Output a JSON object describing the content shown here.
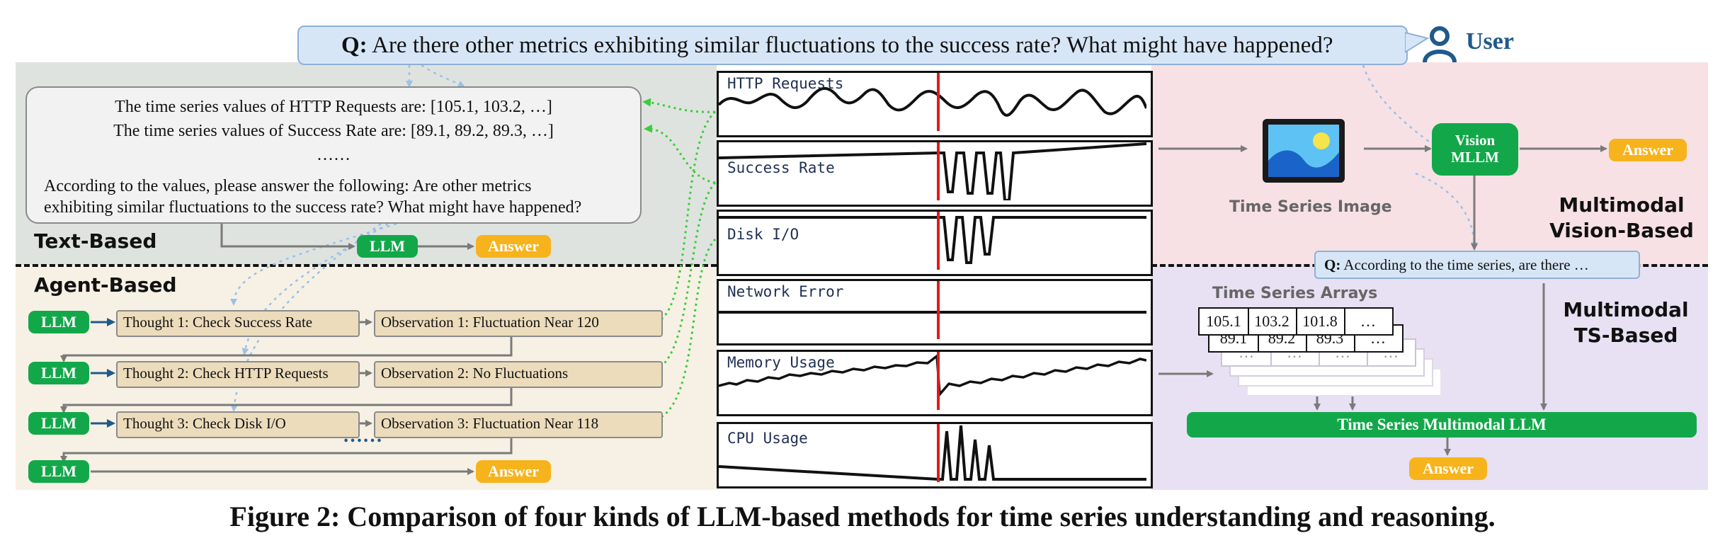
{
  "question": {
    "prefix": "Q:",
    "text": "Are there other metrics exhibiting similar fluctuations to the success rate? What might have happened?"
  },
  "user_label": "User",
  "text_based": {
    "title": "Text-Based",
    "lines": [
      "The time series values of HTTP Requests are: [105.1, 103.2, …]",
      "The time series values of Success Rate are: [89.1, 89.2, 89.3, …]",
      "……",
      "According to the values, please answer the following: Are other metrics",
      "exhibiting similar fluctuations to the success rate? What might have happened?"
    ],
    "llm_label": "LLM",
    "answer_label": "Answer"
  },
  "agent_based": {
    "title": "Agent-Based",
    "llm_label": "LLM",
    "answer_label": "Answer",
    "ellipsis": "……",
    "steps": [
      {
        "thought": "Thought 1: Check Success Rate",
        "observation": "Observation 1: Fluctuation Near 120"
      },
      {
        "thought": "Thought 2: Check HTTP Requests",
        "observation": "Observation 2: No Fluctuations"
      },
      {
        "thought": "Thought 3: Check Disk I/O",
        "observation": "Observation 3: Fluctuation Near 118"
      }
    ]
  },
  "time_series": [
    {
      "label": "HTTP Requests"
    },
    {
      "label": "Success Rate"
    },
    {
      "label": "Disk I/O"
    },
    {
      "label": "Network Error"
    },
    {
      "label": "Memory Usage"
    },
    {
      "label": "CPU Usage"
    }
  ],
  "vision_based": {
    "title_line1": "Multimodal",
    "title_line2": "Vision-Based",
    "image_caption": "Time Series Image",
    "mllm_line1": "Vision",
    "mllm_line2": "MLLM",
    "answer_label": "Answer",
    "query_prefix": "Q:",
    "query_text": "According to the time series, are there …"
  },
  "ts_based": {
    "title_line1": "Multimodal",
    "title_line2": "TS-Based",
    "arrays_title": "Time Series Arrays",
    "row1": [
      "105.1",
      "103.2",
      "101.8",
      "…"
    ],
    "row2": [
      "89.1",
      "89.2",
      "89.3",
      "…"
    ],
    "row3": [
      "…",
      "…",
      "…",
      "…"
    ],
    "llm_label": "Time Series Multimodal LLM",
    "answer_label": "Answer"
  },
  "caption": "Figure 2: Comparison of four kinds of LLM-based methods for time series understanding and reasoning.",
  "colors": {
    "text_bg": "#dfe3df",
    "agent_bg": "#f6f1e4",
    "vision_bg": "#f7e1e5",
    "ts_bg": "#e7e1f3",
    "llm_green": "#12a84a",
    "answer_orange": "#f7b31c",
    "spike_red": "#e21a1a"
  }
}
